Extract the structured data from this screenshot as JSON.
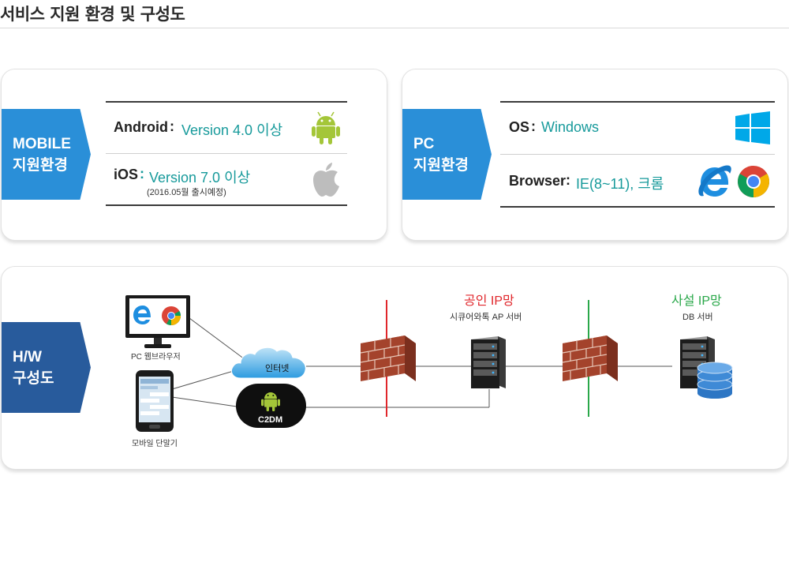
{
  "page": {
    "title": "서비스 지원 환경 및 구성도"
  },
  "mobile": {
    "tag_line1": "MOBILE",
    "tag_line2": "지원환경",
    "android_key": "Android",
    "android_sep": ":",
    "android_value": "Version 4.0 이상",
    "ios_key": "iOS",
    "ios_sep": ":",
    "ios_value": "Version 7.0 이상",
    "ios_note": "(2016.05월   출시예정)"
  },
  "pc": {
    "tag_line1": "PC",
    "tag_line2": "지원환경",
    "os_key": "OS",
    "os_sep": ":",
    "os_value": "Windows",
    "browser_key": "Browser",
    "browser_sep": ":",
    "browser_value": "IE(8~11), 크롬"
  },
  "hw": {
    "tag_line1": "H/W",
    "tag_line2": "구성도",
    "pc_browser_label": "PC 웹브라우저",
    "mobile_label": "모바일 단말기",
    "internet_label": "인터넷",
    "c2dm_label": "C2DM",
    "public_zone_title": "공인 IP망",
    "public_zone_sub": "시큐어와톡 AP 서버",
    "private_zone_title": "사설 IP망",
    "private_zone_sub": "DB 서버"
  },
  "colors": {
    "mobile_tag": "#2a8fd8",
    "pc_tag": "#2a8fd8",
    "hw_tag": "#285b9c",
    "value_text": "#179a9b",
    "public_zone": "#e0262b",
    "private_zone": "#2aa84a",
    "android_green": "#a4c639"
  },
  "icons": [
    "android-icon",
    "apple-icon",
    "windows-icon",
    "ie-icon",
    "chrome-icon",
    "monitor-icon",
    "smartphone-icon",
    "cloud-icon",
    "firewall-icon",
    "server-icon",
    "database-icon"
  ]
}
